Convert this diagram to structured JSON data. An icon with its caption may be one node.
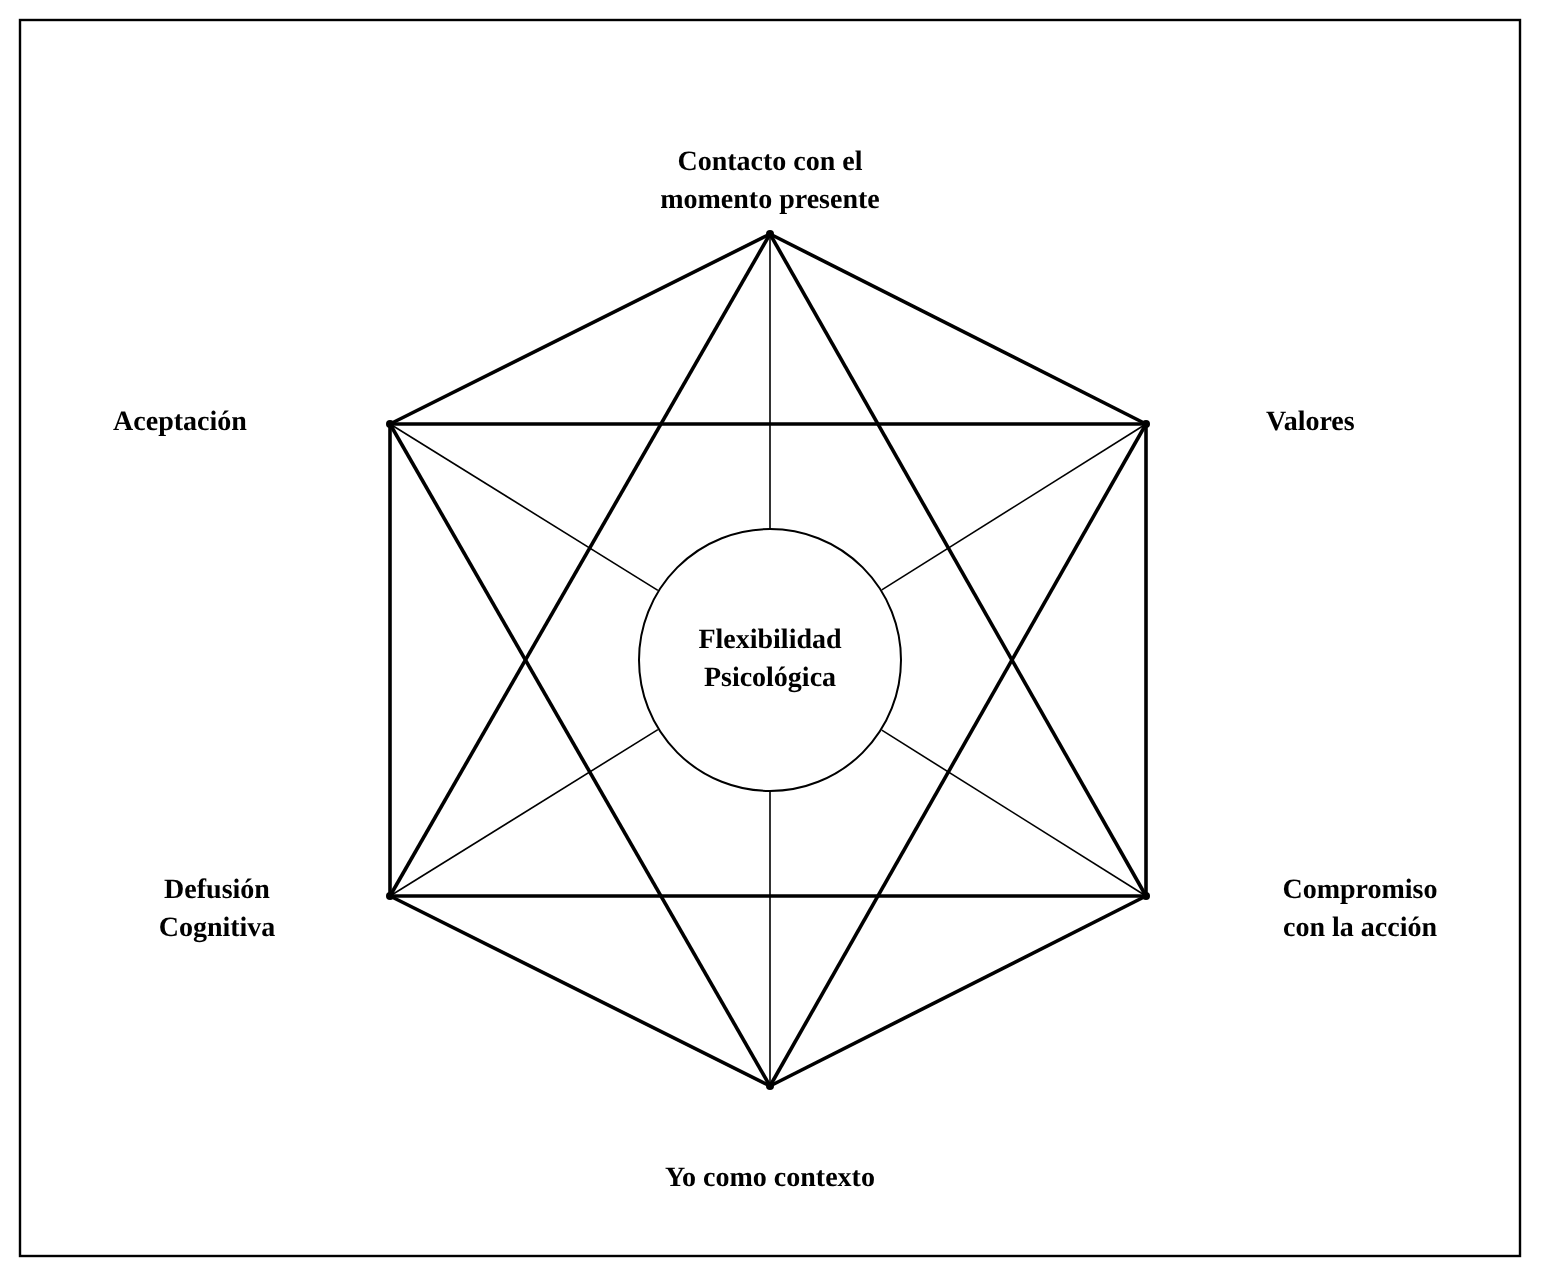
{
  "diagram": {
    "nodes": [
      {
        "text": [
          "Contacto con el momento presente"
        ]
      },
      {
        "text": [
          "Aceptación"
        ]
      },
      {
        "text": [
          "Valores"
        ]
      },
      {
        "text": [
          "Flexibilidad Psicológica"
        ]
      },
      {
        "text": [
          "Defusión Cognitiva"
        ]
      },
      {
        "text": [
          "Compromiso con la acción"
        ]
      },
      {
        "text": [
          "Yo como contexto"
        ]
      }
    ],
    "edges": [
      {
        "from": 0,
        "to": 2,
        "arrow": "none"
      },
      {
        "from": 2,
        "to": 5,
        "arrow": "none"
      },
      {
        "from": 5,
        "to": 6,
        "arrow": "none"
      },
      {
        "from": 6,
        "to": 4,
        "arrow": "none"
      },
      {
        "from": 4,
        "to": 1,
        "arrow": "none"
      },
      {
        "from": 1,
        "to": 0,
        "arrow": "none"
      },
      {
        "from": 0,
        "to": 4,
        "arrow": "none"
      },
      {
        "from": 4,
        "to": 5,
        "arrow": "none"
      },
      {
        "from": 5,
        "to": 0,
        "arrow": "none"
      },
      {
        "from": 1,
        "to": 2,
        "arrow": "none"
      },
      {
        "from": 2,
        "to": 6,
        "arrow": "none"
      },
      {
        "from": 6,
        "to": 1,
        "arrow": "none"
      },
      {
        "from": 3,
        "to": 0,
        "arrow": "none"
      },
      {
        "from": 3,
        "to": 1,
        "arrow": "none"
      },
      {
        "from": 3,
        "to": 2,
        "arrow": "none"
      },
      {
        "from": 3,
        "to": 4,
        "arrow": "none"
      },
      {
        "from": 3,
        "to": 5,
        "arrow": "none"
      },
      {
        "from": 3,
        "to": 6,
        "arrow": "none"
      }
    ]
  }
}
